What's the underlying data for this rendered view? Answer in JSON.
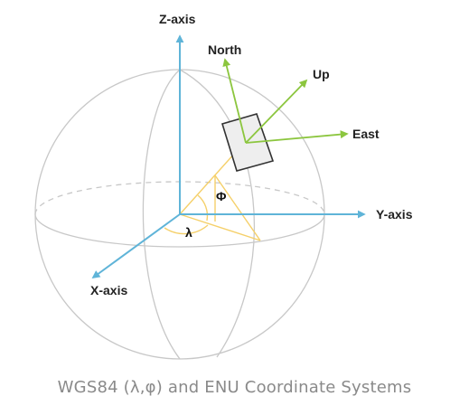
{
  "diagram": {
    "axis_labels": {
      "z": "Z-axis",
      "y": "Y-axis",
      "x": "X-axis"
    },
    "enu_labels": {
      "north": "North",
      "up": "Up",
      "east": "East"
    },
    "angle_labels": {
      "phi": "Φ",
      "lambda": "λ"
    },
    "colors": {
      "axis": "#5fb4d8",
      "enu": "#8cc63f",
      "angle_lines": "#f5d06a",
      "sphere": "#c8c8c8",
      "tangent_plane_fill": "#eeeeee",
      "tangent_plane_stroke": "#333333"
    }
  },
  "caption": "WGS84 (λ,φ) and ENU Coordinate Systems"
}
